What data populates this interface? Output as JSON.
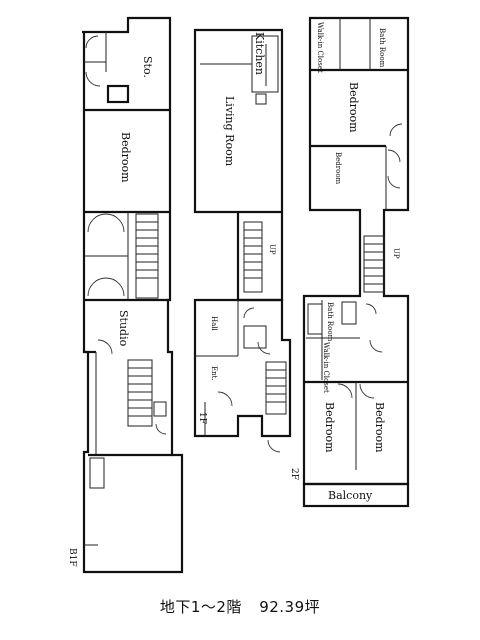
{
  "floors": {
    "basement": {
      "label": "B1F"
    },
    "first": {
      "label": "1F"
    },
    "second": {
      "label": "2F"
    }
  },
  "rooms": {
    "basement_top": "Sto.",
    "basement_bedroom": "Bedroom",
    "basement_studio": "Studio",
    "first_kitchen": "Kitchen",
    "first_living": "Living Room",
    "first_up": "UP",
    "first_hall": "Hall",
    "first_ent": "Ent.",
    "second_walkin": "Walk-in Closet",
    "second_bath": "Bath Room",
    "second_bedroom_a": "Bedroom",
    "second_bedroom_b": "Bedroom",
    "second_up": "UP",
    "second_bath2": "Bath Room",
    "second_walkin2": "Walk-in Closet",
    "second_bedroom_c": "Bedroom",
    "second_bedroom_d": "Bedroom",
    "second_balcony": "Balcony"
  },
  "caption": {
    "floors_range": "地下1～2階",
    "area": "92.39坪"
  }
}
